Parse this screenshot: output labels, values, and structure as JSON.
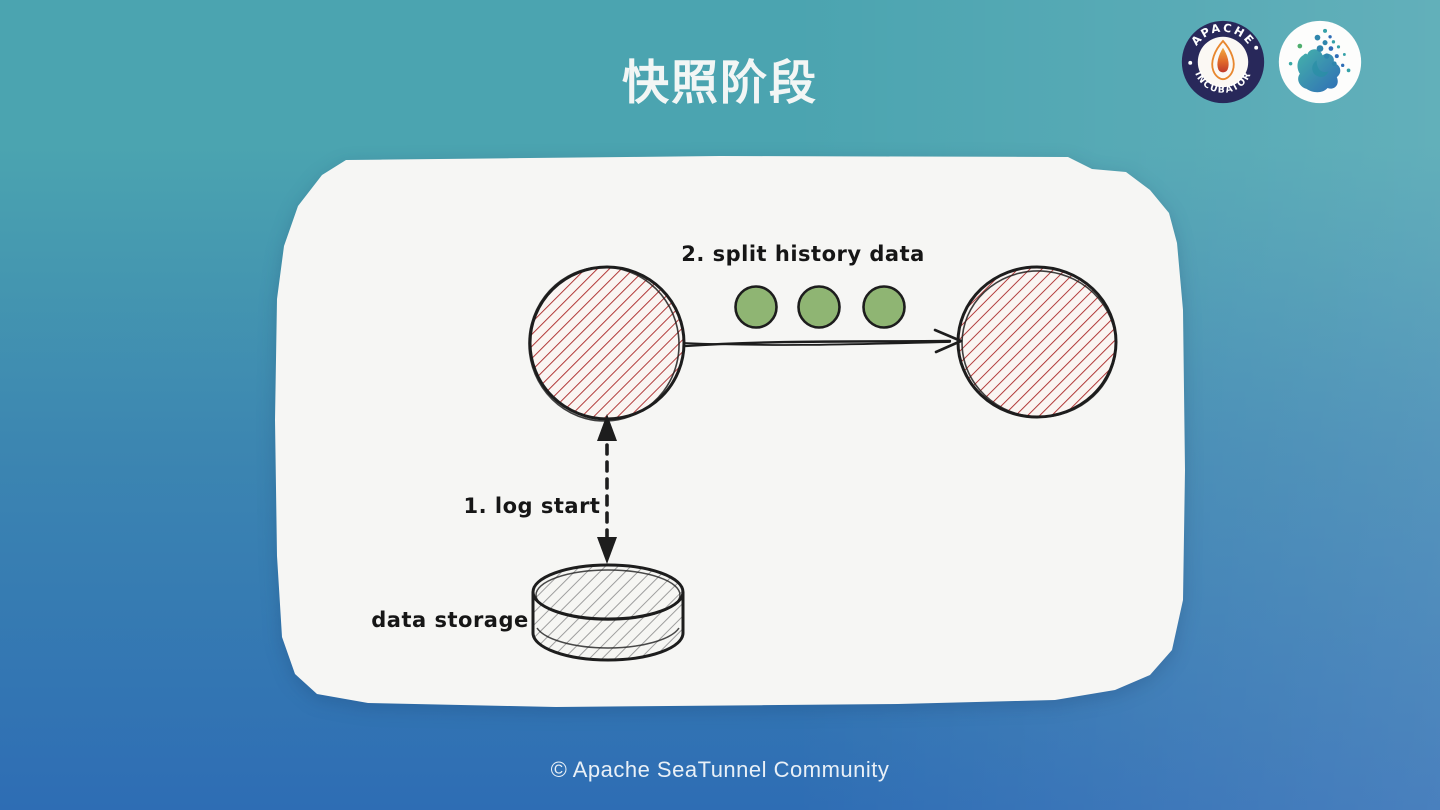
{
  "slide": {
    "title": "快照阶段",
    "footer": "© Apache SeaTunnel Community"
  },
  "logos": {
    "apache_incubator": {
      "arc_top": "APACHE",
      "arc_bottom": "INCUBATOR"
    }
  },
  "diagram": {
    "step1_label": "1. log start",
    "step2_label": "2. split history data",
    "storage_label": "data storage",
    "split_dot_count": 3
  },
  "colors": {
    "bg_top": "#4ba4b0",
    "bg_mid": "#3c86b1",
    "bg_bottom": "#2e6db4",
    "panel": "#f6f6f4",
    "ink": "#1d1d1d",
    "red_hatch": "#b23b3b",
    "green_dot": "#8fb573",
    "gray_hatch": "#9e9e9e",
    "title_color": "#f2f6f5",
    "footer_color": "#e9f0f7",
    "navy": "#28285a",
    "flame_orange": "#e8872f",
    "flame_red": "#c0392b",
    "sea_teal": "#3aa8a5",
    "sea_blue": "#2f6db6"
  }
}
